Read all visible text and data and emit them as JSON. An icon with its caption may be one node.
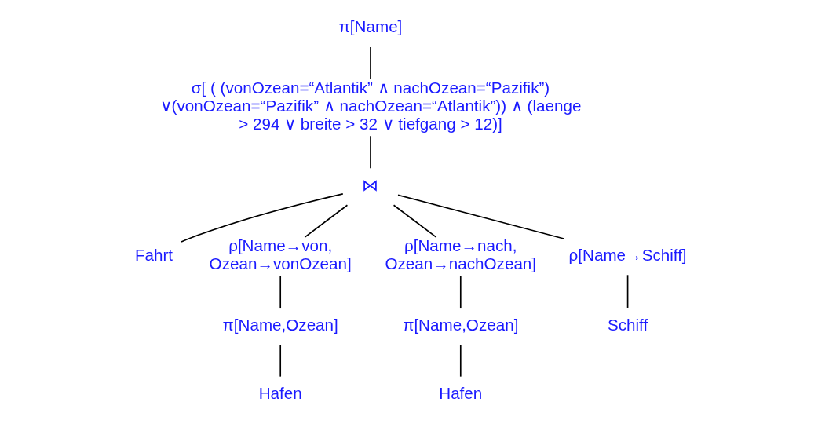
{
  "diagram": {
    "nodes": [
      {
        "text": [
          "π[Name]"
        ]
      },
      {
        "text": [
          "σ[ ( (vonOzean=“Atlantik” ∧ nachOzean=“Pazifik”) ∨(vonOzean=“Pazifik” ∧ nachOzean=“Atlantik”)) ∧ (laenge > 294 ∨ breite > 32 ∨ tiefgang > 12)]"
        ]
      },
      {
        "text": [
          "⋈"
        ]
      },
      {
        "text": [
          "Fahrt"
        ]
      },
      {
        "text": [
          "ρ[Name→von, Ozean→vonOzean]"
        ]
      },
      {
        "text": [
          "ρ[Name→nach, Ozean→nachOzean]"
        ]
      },
      {
        "text": [
          "ρ[Name→Schiff]"
        ]
      },
      {
        "text": [
          "π[Name,Ozean]"
        ]
      },
      {
        "text": [
          "π[Name,Ozean]"
        ]
      },
      {
        "text": [
          "Schiff"
        ]
      },
      {
        "text": [
          "Hafen"
        ]
      },
      {
        "text": [
          "Hafen"
        ]
      }
    ],
    "edges": [
      {
        "from": 0,
        "to": 1,
        "arrow": "none"
      },
      {
        "from": 1,
        "to": 2,
        "arrow": "none"
      },
      {
        "from": 2,
        "to": 3,
        "arrow": "none"
      },
      {
        "from": 2,
        "to": 4,
        "arrow": "none"
      },
      {
        "from": 2,
        "to": 5,
        "arrow": "none"
      },
      {
        "from": 2,
        "to": 6,
        "arrow": "none"
      },
      {
        "from": 4,
        "to": 7,
        "arrow": "none"
      },
      {
        "from": 5,
        "to": 8,
        "arrow": "none"
      },
      {
        "from": 6,
        "to": 9,
        "arrow": "none"
      },
      {
        "from": 7,
        "to": 10,
        "arrow": "none"
      },
      {
        "from": 8,
        "to": 11,
        "arrow": "none"
      }
    ]
  }
}
